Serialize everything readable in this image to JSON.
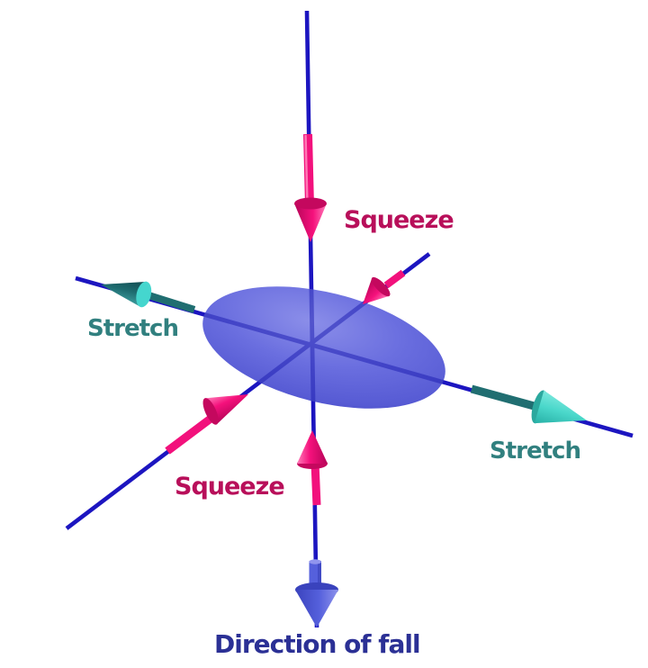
{
  "diagram": {
    "description": "3D diagram of a body tidally deformed into a flattened ellipsoid, with squeeze arrows pushing in, stretch arrows pulling out, and the direction of fall arrow",
    "background": "#ffffff",
    "labels": {
      "squeeze_top": "Squeeze",
      "squeeze_lower_left": "Squeeze",
      "stretch_left": "Stretch",
      "stretch_right": "Stretch",
      "direction_of_fall": "Direction of fall"
    },
    "colors": {
      "squeeze_arrow_pink": "#f2117c",
      "squeeze_cone_cap": "#c4085e",
      "squeeze_label_text": "#b80f5a",
      "stretch_shaft_dark_teal": "#206e71",
      "stretch_cone_turquoise": "#4bd8cb",
      "stretch_label_text": "#31807f",
      "fall_arrow_blue": "#5560dc",
      "fall_label_text": "#2b3095",
      "axis_line_blue": "#1c15c0",
      "ellipsoid_purple": "#6165da"
    },
    "elements": {
      "ellipsoid": "flattened-ellipsoid",
      "axes": [
        "vertical-axis",
        "long-diagonal-axis",
        "short-diagonal-axis"
      ],
      "arrows": [
        {
          "name": "squeeze-arrow-top",
          "direction": "down",
          "meaning": "squeeze"
        },
        {
          "name": "squeeze-arrow-upper-right",
          "direction": "down-left",
          "meaning": "squeeze"
        },
        {
          "name": "squeeze-arrow-lower-left",
          "direction": "up-right",
          "meaning": "squeeze"
        },
        {
          "name": "squeeze-arrow-bottom",
          "direction": "up",
          "meaning": "squeeze"
        },
        {
          "name": "stretch-arrow-left",
          "direction": "up-left",
          "meaning": "stretch"
        },
        {
          "name": "stretch-arrow-right",
          "direction": "down-right",
          "meaning": "stretch"
        },
        {
          "name": "fall-arrow",
          "direction": "down",
          "meaning": "direction of fall"
        }
      ]
    }
  }
}
